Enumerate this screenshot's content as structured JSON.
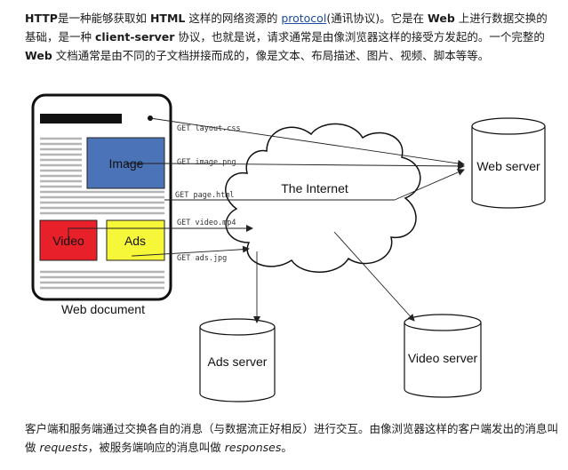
{
  "intro": {
    "part1": "HTTP",
    "part2": "是一种能够获取如 ",
    "part3": "HTML",
    "part4": " 这样的网络资源的 ",
    "link": "protocol",
    "part5": "(通讯协议)。它是在 ",
    "part6": "Web",
    "part7": " 上进行数据交换的基础，是一种 ",
    "part8": "client-server",
    "part9": " 协议，也就是说，请求通常是由像浏览器这样的接受方发起的。一个完整的",
    "part10": "Web",
    "part11": " 文档通常是由不同的子文档拼接而成的，像是文本、布局描述、图片、视频、脚本等等。"
  },
  "diagram": {
    "document_label": "Web document",
    "image_label": "Image",
    "video_label": "Video",
    "ads_label": "Ads",
    "internet_label": "The Internet",
    "requests": [
      "GET layout.css",
      "GET image.png",
      "GET page.html",
      "GET video.mp4",
      "GET ads.jpg"
    ],
    "web_server": "Web server",
    "ads_server": "Ads server",
    "video_server": "Video server",
    "colors": {
      "image": "#4a73b8",
      "video": "#e8202a",
      "ads": "#f7f73a",
      "header_bar": "#111111"
    }
  },
  "outro": {
    "part1": "客户端和服务端通过交换各自的消息（与数据流正好相反）进行交互。由像浏览器这样的客户端发出的消息叫做 ",
    "requests": "requests",
    "part2": "，被服务端响应的消息叫做 ",
    "responses": "responses",
    "part3": "。"
  }
}
